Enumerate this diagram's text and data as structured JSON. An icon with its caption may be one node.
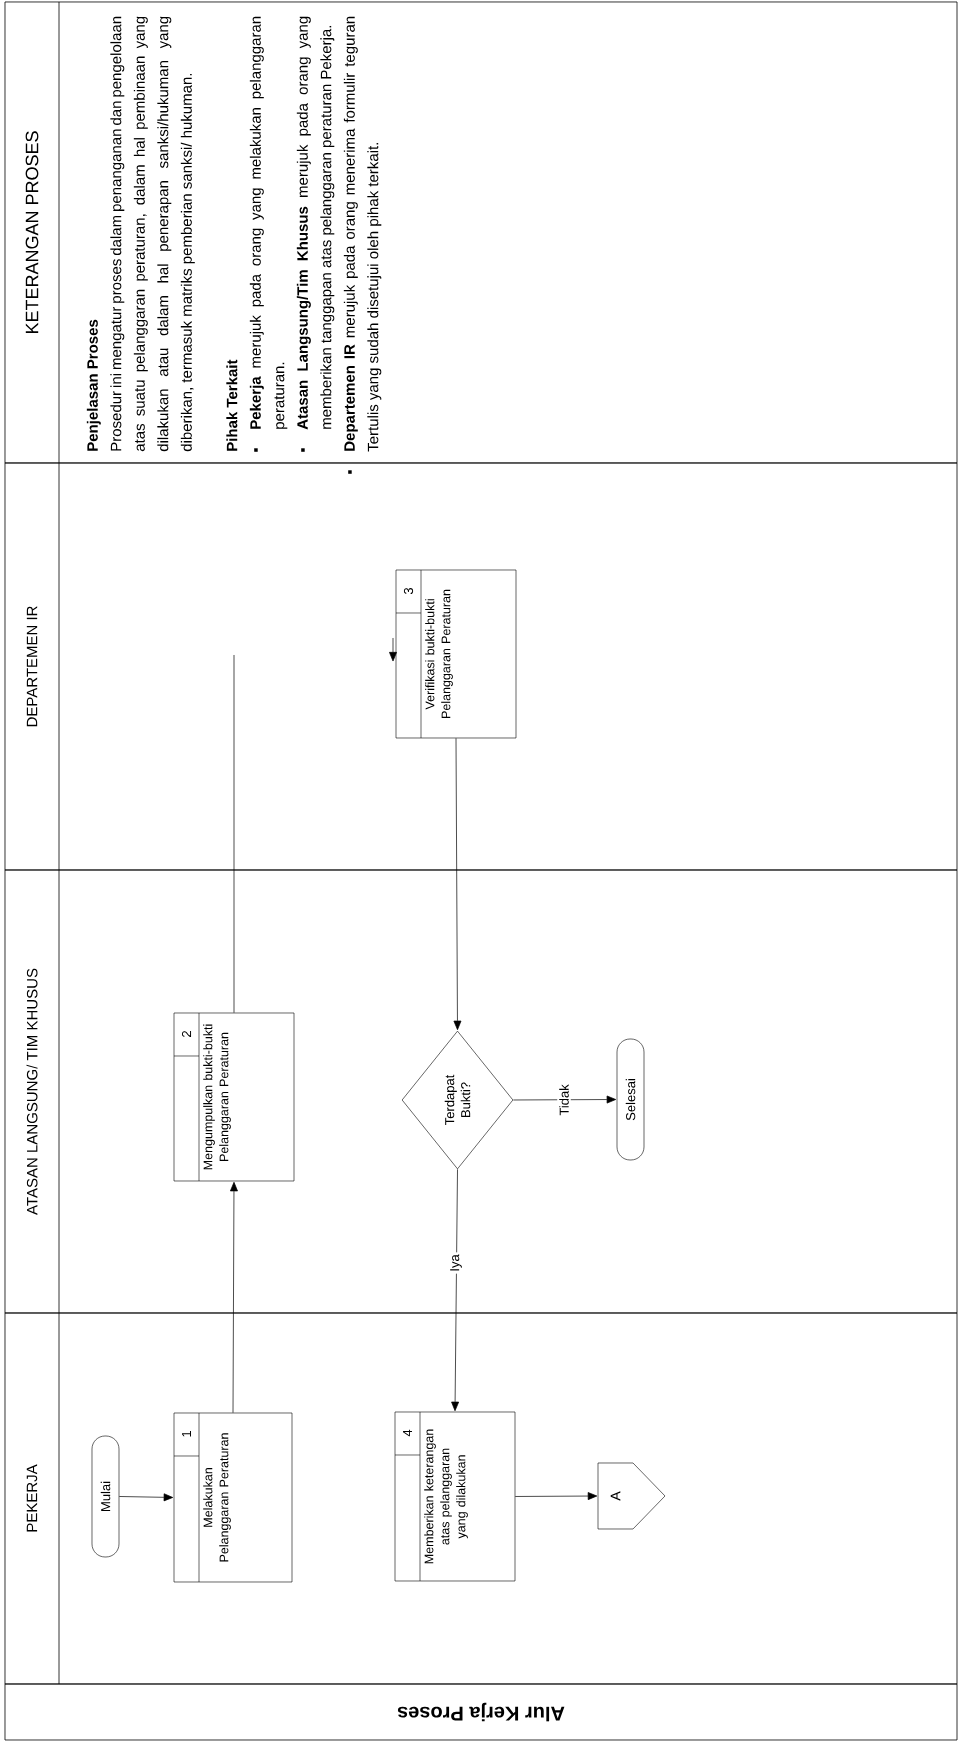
{
  "diagram": {
    "title": "Alur Kerja Proses",
    "nodes": [
      {
        "text": [
          "PEKERJA"
        ]
      },
      {
        "text": [
          "ATASAN LANGSUNG/ TIM KHUSUS"
        ]
      },
      {
        "text": [
          "DEPARTEMEN IR"
        ]
      },
      {
        "text": [
          "KETERANGAN PROSES",
          "Penjelasan Proses",
          "Prosedur ini mengatur proses dalam penanganan dan pengelolaan atas suatu pelanggaran peraturan, dalam hal pembinaan yang dilakukan atau dalam hal penerapan sanksi/hukuman yang diberikan, termasuk matriks pemberian sanksi/ hukuman.",
          "Pihak Terkait",
          "**Pekerja** merujuk pada orang yang melakukan pelanggaran peraturan.",
          "**Atasan Langsung/Tim Khusus** merujuk pada orang yang memberikan tanggapan atas pelanggaran peraturan Pekerja.",
          "**Departemen IR** merujuk pada orang menerima formulir teguran Tertulis yang sudah disetujui oleh pihak terkait."
        ]
      },
      {
        "text": [
          "Mulai"
        ],
        "in": 0
      },
      {
        "text": [
          "1",
          "Melakukan Pelanggaran Peraturan"
        ],
        "in": 0
      },
      {
        "text": [
          "2",
          "Mengumpulkan bukti-bukti Pelanggaran Peraturan"
        ],
        "in": 1
      },
      {
        "text": [
          "3",
          "Verifikasi bukti-bukti Pelanggaran Peraturan"
        ],
        "in": 2
      },
      {
        "text": [
          "Terdapat Bukti?"
        ],
        "in": 1
      },
      {
        "text": [
          "Selesai"
        ],
        "in": 1
      },
      {
        "text": [
          "4",
          "Memberikan keterangan atas pelanggaran yang dilakukan"
        ],
        "in": 0
      },
      {
        "text": [
          "A"
        ],
        "in": 0
      }
    ],
    "edges": [
      {
        "from": 4,
        "to": 5,
        "arrow": "to"
      },
      {
        "from": 5,
        "to": 6,
        "arrow": "to"
      },
      {
        "from": 6,
        "to": null,
        "arrow": "none"
      },
      {
        "from": null,
        "to": 7,
        "arrow": "to"
      },
      {
        "from": 7,
        "to": 8,
        "arrow": "to"
      },
      {
        "from": 8,
        "to": 9,
        "arrow": "to",
        "label": "Tidak"
      },
      {
        "from": 8,
        "to": 10,
        "arrow": "to",
        "label": "Iya"
      },
      {
        "from": 10,
        "to": 11,
        "arrow": "to"
      }
    ]
  }
}
